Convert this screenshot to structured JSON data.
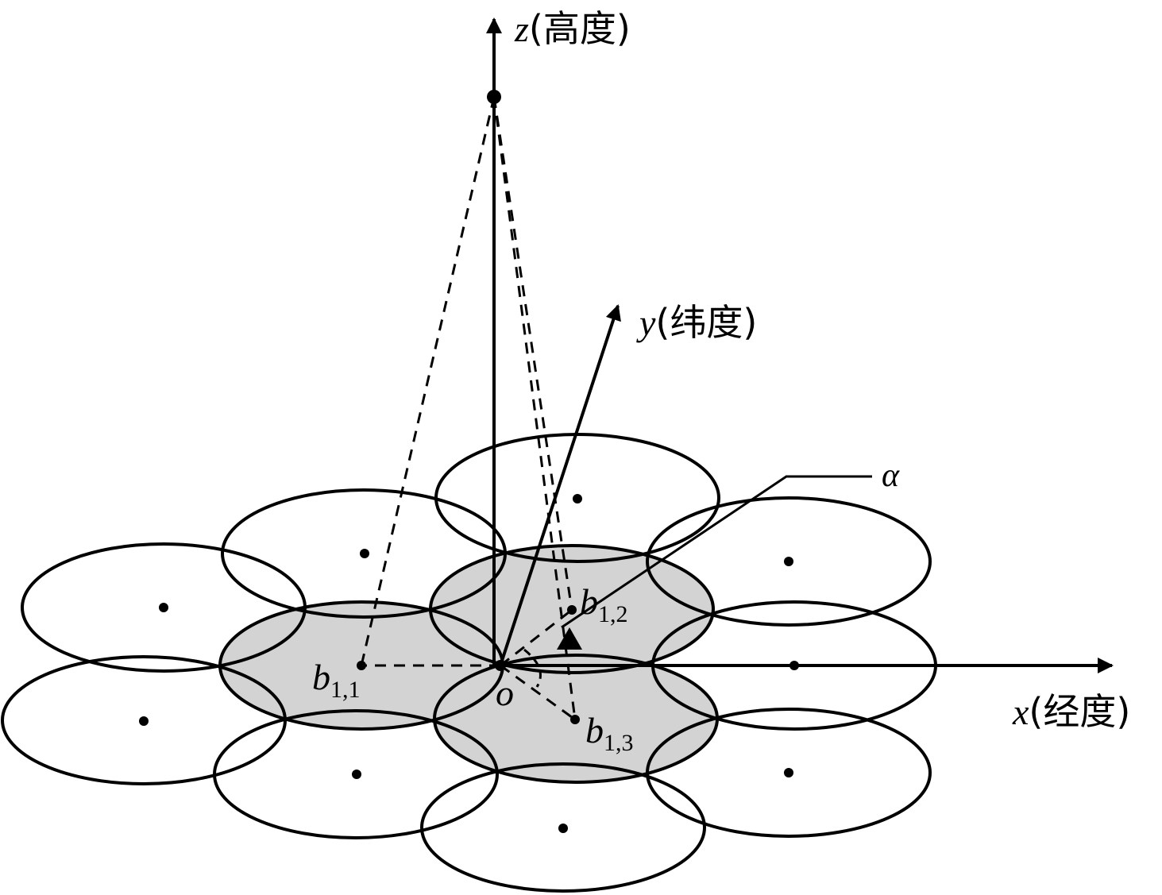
{
  "axes": {
    "z": {
      "symbol": "z",
      "name": "(高度)"
    },
    "y": {
      "symbol": "y",
      "name": "(纬度)"
    },
    "x": {
      "symbol": "x",
      "name": "(经度)"
    }
  },
  "origin_label": "o",
  "angle_label": "α",
  "beams": [
    {
      "base": "b",
      "sub": "1,1"
    },
    {
      "base": "b",
      "sub": "1,2"
    },
    {
      "base": "b",
      "sub": "1,3"
    }
  ],
  "colors": {
    "stroke": "#000000",
    "shaded": "#d3d3d3",
    "background": "#ffffff"
  }
}
